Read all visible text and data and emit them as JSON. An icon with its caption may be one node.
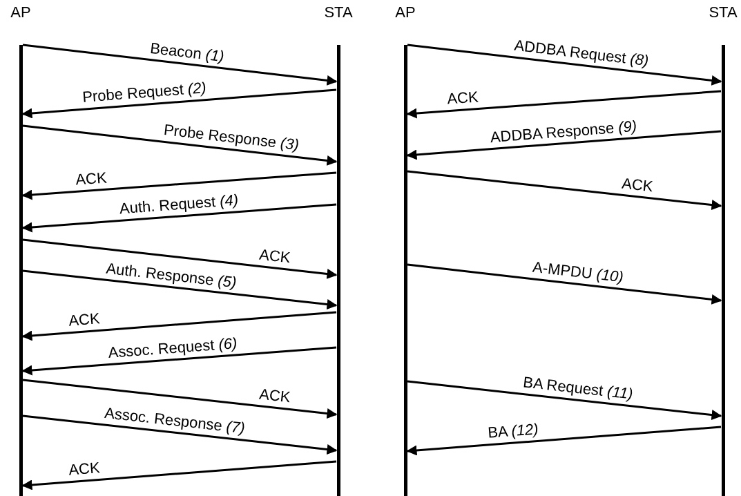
{
  "diagram": {
    "nodes": [
      {
        "text": [
          "AP"
        ]
      },
      {
        "text": [
          "STA"
        ]
      },
      {
        "text": [
          "AP"
        ]
      },
      {
        "text": [
          "STA"
        ]
      }
    ],
    "edges": [
      {
        "from": 0,
        "to": 1,
        "arrow": "to",
        "label": "Beacon *(1)*"
      },
      {
        "from": 1,
        "to": 0,
        "arrow": "to",
        "label": "Probe Request *(2)*"
      },
      {
        "from": 0,
        "to": 1,
        "arrow": "to",
        "label": "Probe Response *(3)*"
      },
      {
        "from": 1,
        "to": 0,
        "arrow": "to",
        "label": "ACK"
      },
      {
        "from": 1,
        "to": 0,
        "arrow": "to",
        "label": "Auth. Request *(4)*"
      },
      {
        "from": 0,
        "to": 1,
        "arrow": "to",
        "label": "ACK"
      },
      {
        "from": 0,
        "to": 1,
        "arrow": "to",
        "label": "Auth. Response *(5)*"
      },
      {
        "from": 1,
        "to": 0,
        "arrow": "to",
        "label": "ACK"
      },
      {
        "from": 1,
        "to": 0,
        "arrow": "to",
        "label": "Assoc. Request *(6)*"
      },
      {
        "from": 0,
        "to": 1,
        "arrow": "to",
        "label": "ACK"
      },
      {
        "from": 0,
        "to": 1,
        "arrow": "to",
        "label": "Assoc. Response *(7)*"
      },
      {
        "from": 1,
        "to": 0,
        "arrow": "to",
        "label": "ACK"
      },
      {
        "from": 2,
        "to": 3,
        "arrow": "to",
        "label": "ADDBA Request *(8)*"
      },
      {
        "from": 3,
        "to": 2,
        "arrow": "to",
        "label": "ACK"
      },
      {
        "from": 3,
        "to": 2,
        "arrow": "to",
        "label": "ADDBA Response *(9)*"
      },
      {
        "from": 2,
        "to": 3,
        "arrow": "to",
        "label": "ACK"
      },
      {
        "from": 2,
        "to": 3,
        "arrow": "to",
        "label": "A-MPDU *(10)*"
      },
      {
        "from": 2,
        "to": 3,
        "arrow": "to",
        "label": "BA Request *(11)*"
      },
      {
        "from": 3,
        "to": 2,
        "arrow": "to",
        "label": "BA *(12)*"
      }
    ]
  }
}
